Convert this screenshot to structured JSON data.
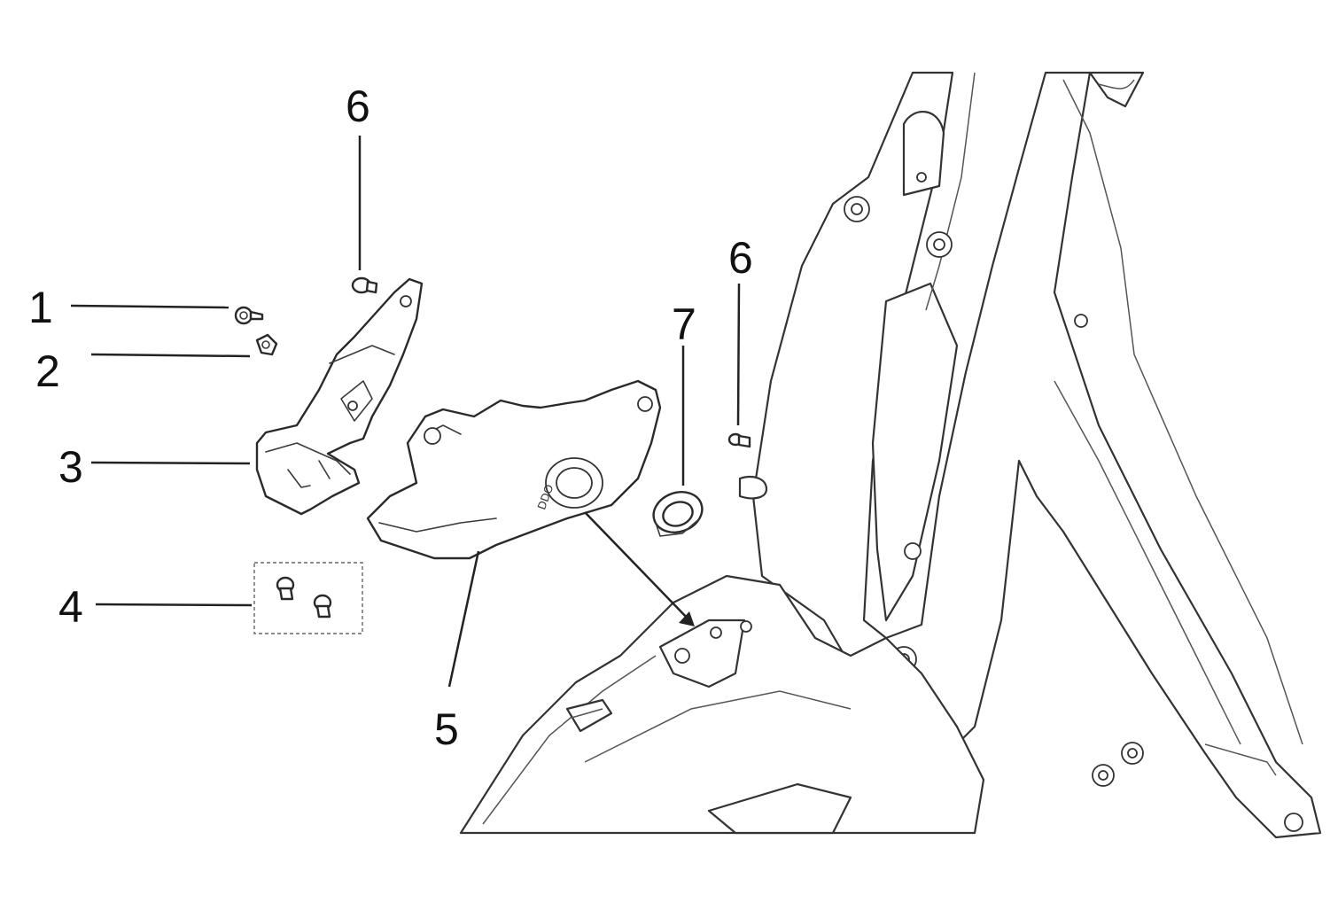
{
  "callouts": {
    "c1": "1",
    "c2": "2",
    "c3": "3",
    "c4": "4",
    "c5": "5",
    "c6a": "6",
    "c6b": "6",
    "c7": "7"
  },
  "stamp_text": "DDO",
  "colors": {
    "line": "#2a2a2a",
    "background": "#ffffff"
  }
}
